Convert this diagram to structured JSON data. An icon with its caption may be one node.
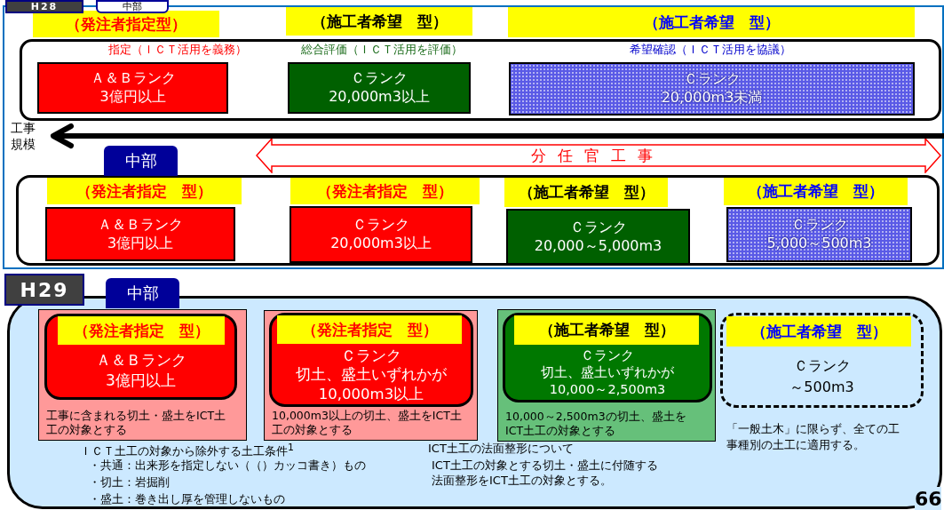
{
  "diagram": {
    "nodes": [
      {
        "text": [
          "H28"
        ]
      },
      {
        "text": [
          "中部"
        ]
      },
      {
        "text": [
          "（発注者指定型）"
        ]
      },
      {
        "text": [
          "（施工者希望　型）"
        ]
      },
      {
        "text": [
          "（施工者希望　型）"
        ]
      },
      {
        "text": [],
        "shape": "box"
      },
      {
        "text": [
          "Ａ＆Ｂランク",
          "3億円以上"
        ],
        "beside": [
          "指定（ＩＣＴ活用を義務）"
        ],
        "in": 5
      },
      {
        "text": [
          "Ｃランク",
          "20,000m3以上"
        ],
        "beside": [
          "総合評価（ＩＣＴ活用を評価）"
        ],
        "in": 5
      },
      {
        "text": [
          "Ｃランク",
          "20,000m3未満"
        ],
        "beside": [
          "希望確認（ＩＣＴ活用を協議）"
        ],
        "in": 5
      },
      {
        "text": [
          "中部"
        ]
      },
      {
        "text": [
          "分任官工事"
        ]
      },
      {
        "text": [],
        "shape": "box"
      },
      {
        "text": [
          "（発注者指定　型）"
        ],
        "in": 11
      },
      {
        "text": [
          "（発注者指定　型）"
        ],
        "in": 11
      },
      {
        "text": [
          "（施工者希望　型）"
        ],
        "in": 11
      },
      {
        "text": [
          "（施工者希望　型）"
        ],
        "in": 11
      },
      {
        "text": [
          "Ａ＆Ｂランク",
          "3億円以上"
        ],
        "in": 11
      },
      {
        "text": [
          "Ｃランク",
          "20,000m3以上"
        ],
        "in": 11
      },
      {
        "text": [
          "Ｃランク",
          "20,000～5,000m3"
        ],
        "in": 11
      },
      {
        "text": [
          "Ｃランク",
          "5,000～500m3"
        ],
        "in": 11
      },
      {
        "text": [
          "H29"
        ]
      },
      {
        "text": [
          "中部"
        ]
      },
      {
        "text": [],
        "shape": "box"
      },
      {
        "text": [
          "工事に含まれる切土・盛土をICT土工の対象とする"
        ],
        "in": 22
      },
      {
        "text": [
          "Ａ＆Ｂランク",
          "3億円以上"
        ],
        "in": 23
      },
      {
        "text": [
          "（発注者指定　型）"
        ],
        "in": 24
      },
      {
        "text": [
          "10,000m3以上の切土、盛土をICT土工の対象とする"
        ],
        "in": 22
      },
      {
        "text": [
          "Ｃランク",
          "切土、盛土いずれかが",
          "10,000m3以上"
        ],
        "in": 26
      },
      {
        "text": [
          "（発注者指定　型）"
        ],
        "in": 27
      },
      {
        "text": [
          "10,000～2,500m3の切土、盛土をICT土工の対象とする"
        ],
        "in": 22
      },
      {
        "text": [
          "Ｃランク",
          "切土、盛土いずれかが",
          "10,000～2,500m3"
        ],
        "in": 29
      },
      {
        "text": [
          "（施工者希望　型）"
        ],
        "in": 30
      },
      {
        "text": [
          "Ｃランク",
          "～500m3"
        ],
        "beside": [
          "「一般土木」に限らず、全ての工事種別の土工に適用する。"
        ],
        "in": 22
      },
      {
        "text": [
          "（施工者希望　型）"
        ],
        "in": 32
      }
    ],
    "labels": [
      "工事規模",
      "ＩＣＴ土工の対象から除外する土工条件$^{1}$",
      "・共通：出来形を指定しない（（）カッコ書き）もの",
      "・切土：岩掘削",
      "・盛土：巻き出し厚を管理しないもの",
      "ICT土工の法面整形について",
      "ICT土工の対象とする切土・盛土に付随する法面整形をICT土工の対象とする。",
      "66"
    ]
  }
}
